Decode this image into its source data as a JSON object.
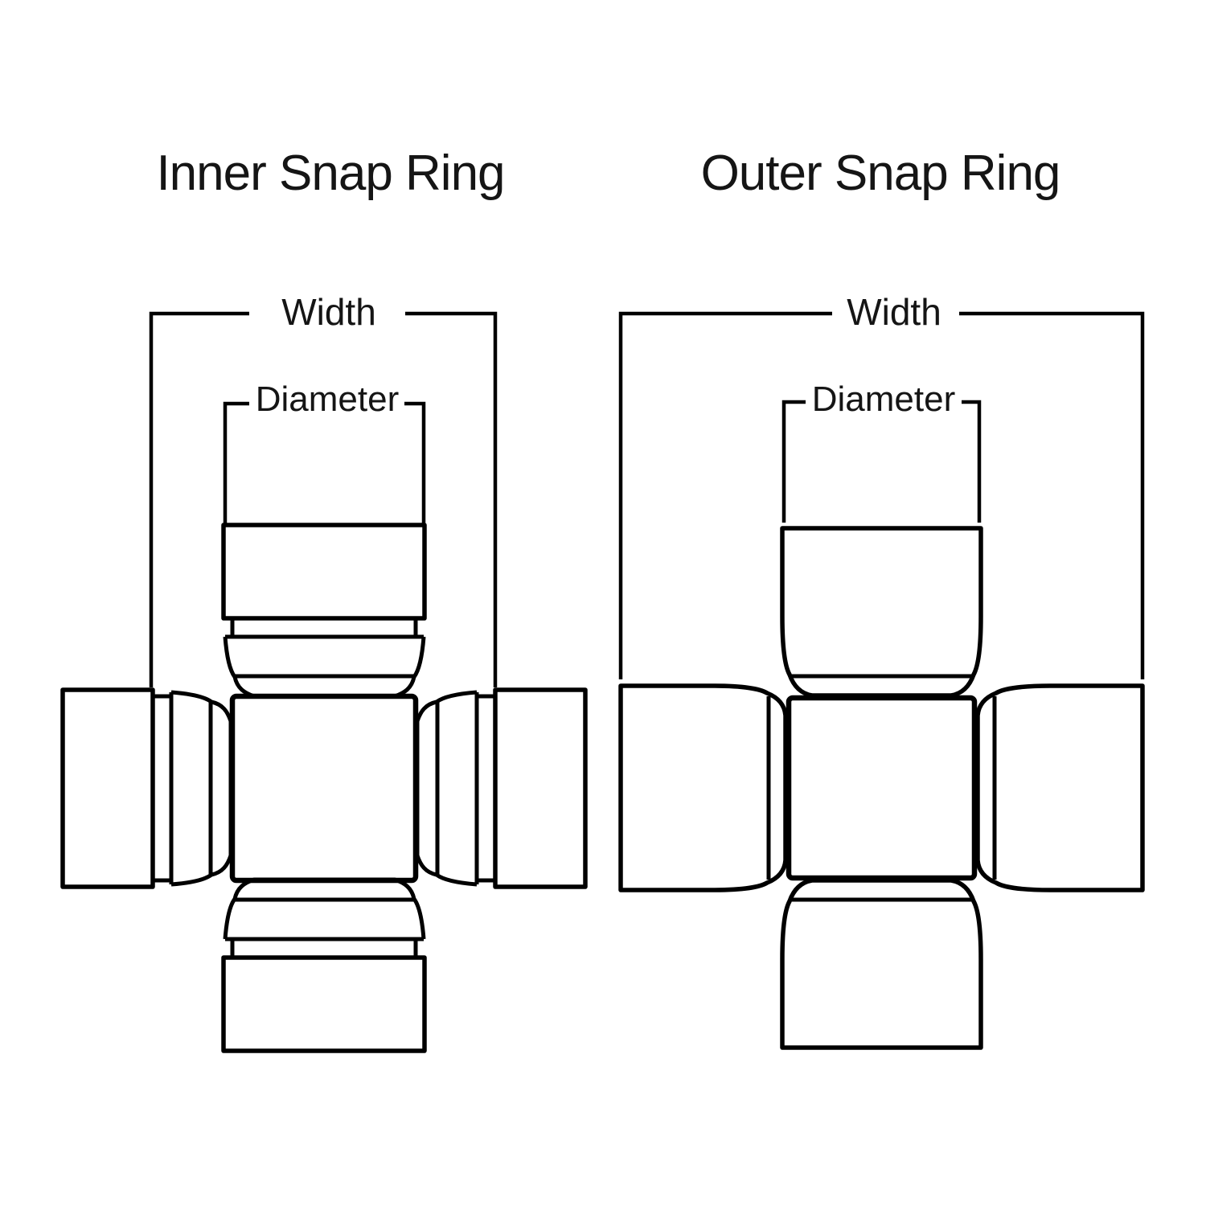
{
  "colors": {
    "line": "#000000",
    "text": "#151515",
    "background": "#ffffff"
  },
  "diagrams": {
    "inner": {
      "title": "Inner Snap Ring",
      "width_label": "Width",
      "diameter_label": "Diameter"
    },
    "outer": {
      "title": "Outer Snap Ring",
      "width_label": "Width",
      "diameter_label": "Diameter"
    }
  }
}
